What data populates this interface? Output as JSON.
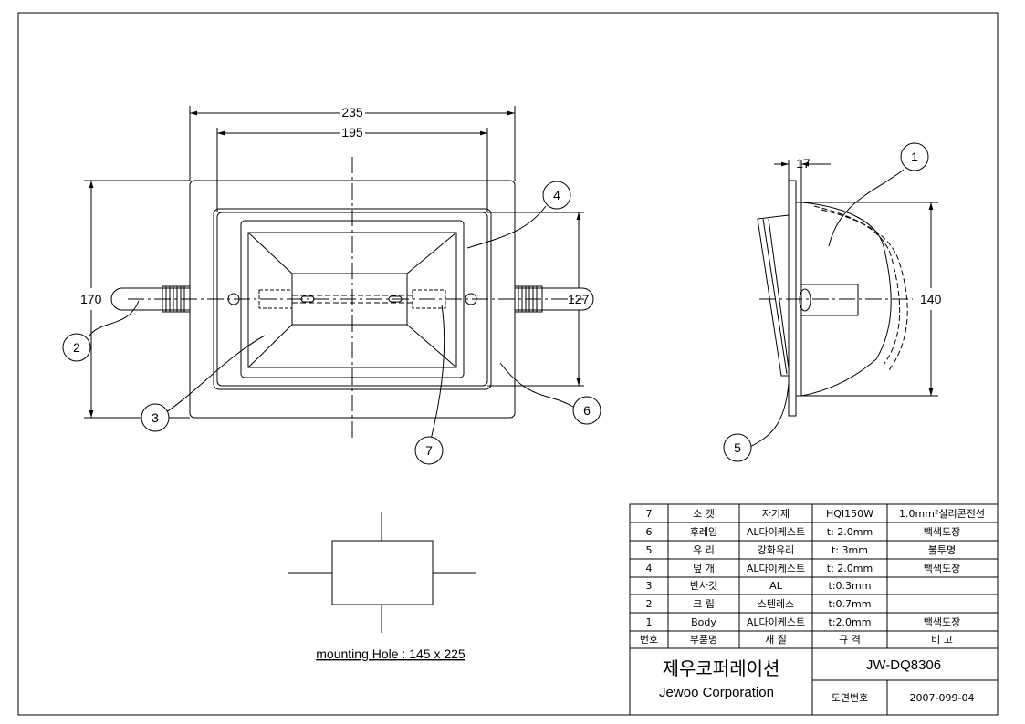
{
  "dimensions": {
    "overall_width": "235",
    "lens_width": "195",
    "overall_height": "170",
    "lens_height": "127",
    "side_depth": "17",
    "side_height": "140"
  },
  "callouts": [
    "1",
    "2",
    "3",
    "4",
    "5",
    "6",
    "7"
  ],
  "mounting_note": "mounting Hole : 145 x 225",
  "parts_table": {
    "rows": [
      {
        "no": "7",
        "name": "소  켓",
        "material": "자기제",
        "spec": "HQI150W",
        "remark": "1.0mm²실리콘전선"
      },
      {
        "no": "6",
        "name": "후레임",
        "material": "AL다이케스트",
        "spec": "t:  2.0mm",
        "remark": "백색도장"
      },
      {
        "no": "5",
        "name": "유  리",
        "material": "강화유리",
        "spec": "t:  3mm",
        "remark": "불투명"
      },
      {
        "no": "4",
        "name": "덮  개",
        "material": "AL다이케스트",
        "spec": "t:  2.0mm",
        "remark": "백색도장"
      },
      {
        "no": "3",
        "name": "반사갓",
        "material": "AL",
        "spec": "t:0.3mm",
        "remark": ""
      },
      {
        "no": "2",
        "name": "크  립",
        "material": "스텐레스",
        "spec": "t:0.7mm",
        "remark": ""
      },
      {
        "no": "1",
        "name": "Body",
        "material": "AL다이케스트",
        "spec": "t:2.0mm",
        "remark": "백색도장"
      }
    ],
    "header": {
      "no": "번호",
      "name": "부품명",
      "material": "재  질",
      "spec": "규  격",
      "remark": "비  고"
    }
  },
  "title_block": {
    "company_kr": "제우코퍼레이션",
    "company_en": "Jewoo Corporation",
    "model": "JW-DQ8306",
    "drawing_no_label": "도면번호",
    "drawing_no": "2007-099-04"
  }
}
